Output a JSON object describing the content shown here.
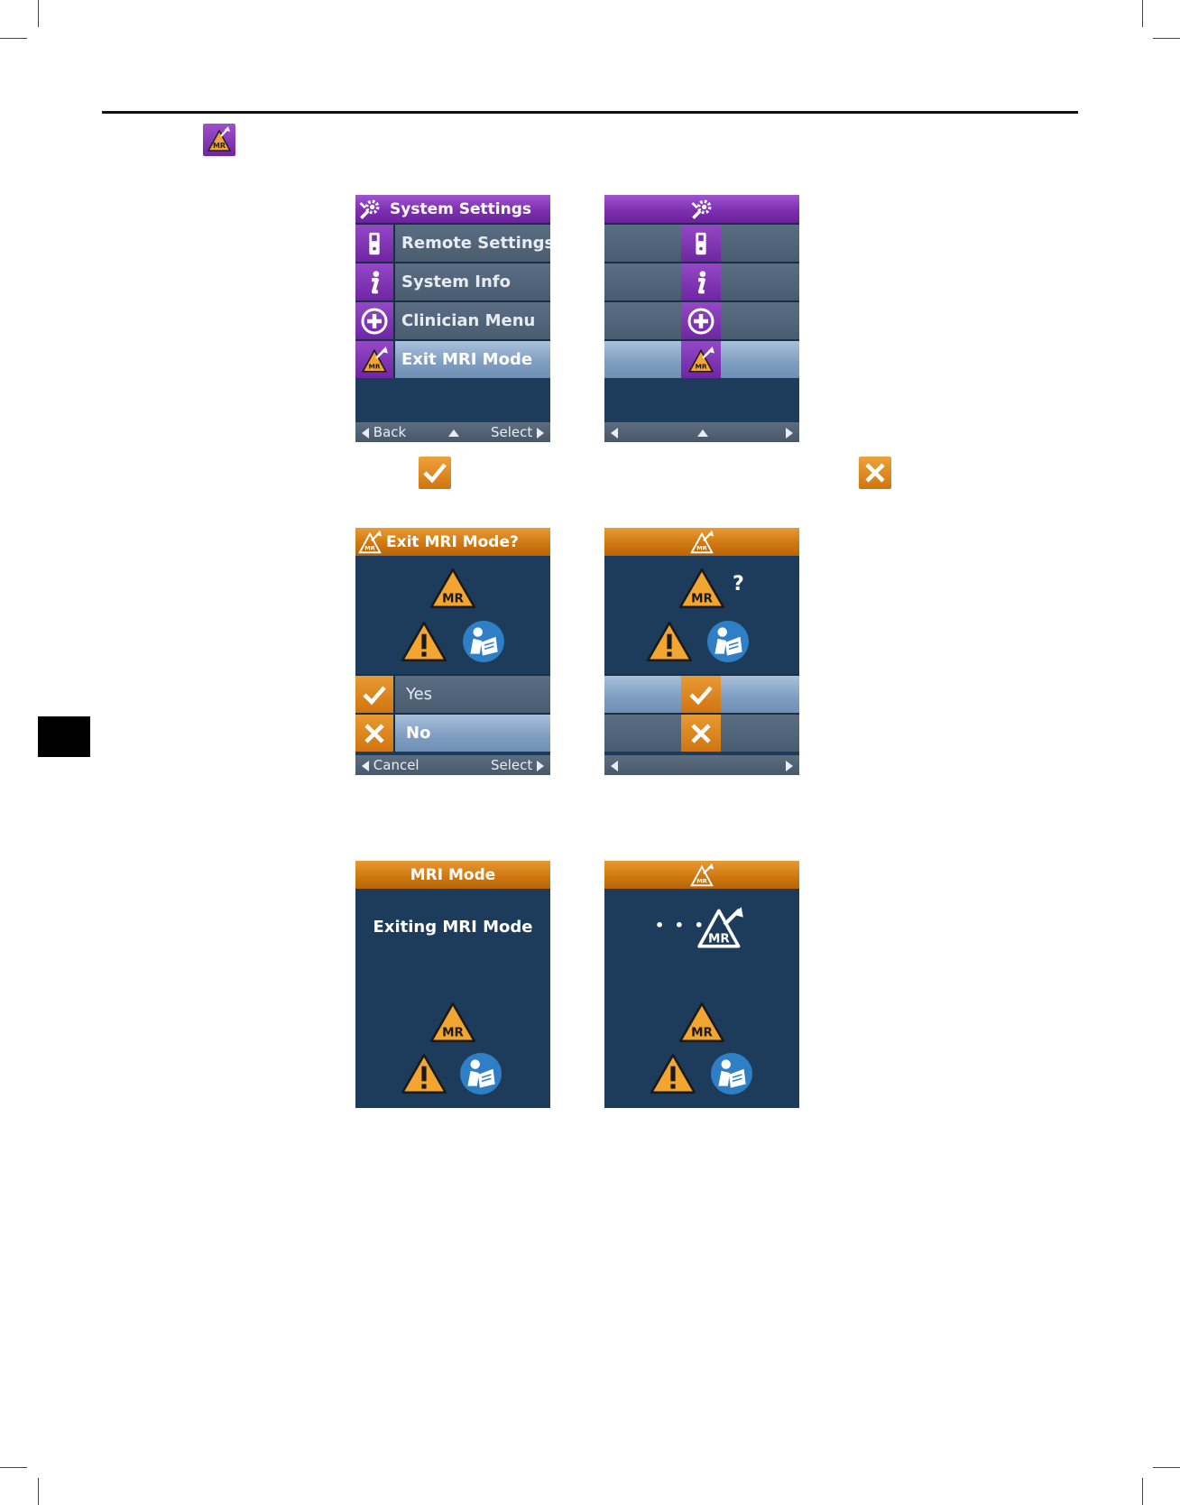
{
  "colors": {
    "screen_bg": "#1d3c5c",
    "purple_header": "#7d2fb0",
    "orange_header": "#d07912",
    "selected_row": "#8ca8c8",
    "row": "#4f6176"
  },
  "screens": {
    "settings_text": {
      "title": "System Settings",
      "items": [
        "Remote Settings",
        "System Info",
        "Clinician Menu",
        "Exit MRI Mode"
      ],
      "footer_left": "Back",
      "footer_right": "Select"
    },
    "confirm_text": {
      "title": "Exit MRI Mode?",
      "options": [
        "Yes",
        "No"
      ],
      "footer_left": "Cancel",
      "footer_right": "Select"
    },
    "exiting_text": {
      "title": "MRI Mode",
      "message": "Exiting MRI Mode"
    },
    "icon_only": {
      "question_mark": "?",
      "dots": "• • •"
    }
  },
  "icons": {
    "mr_badge": "MR",
    "warning": "!"
  }
}
